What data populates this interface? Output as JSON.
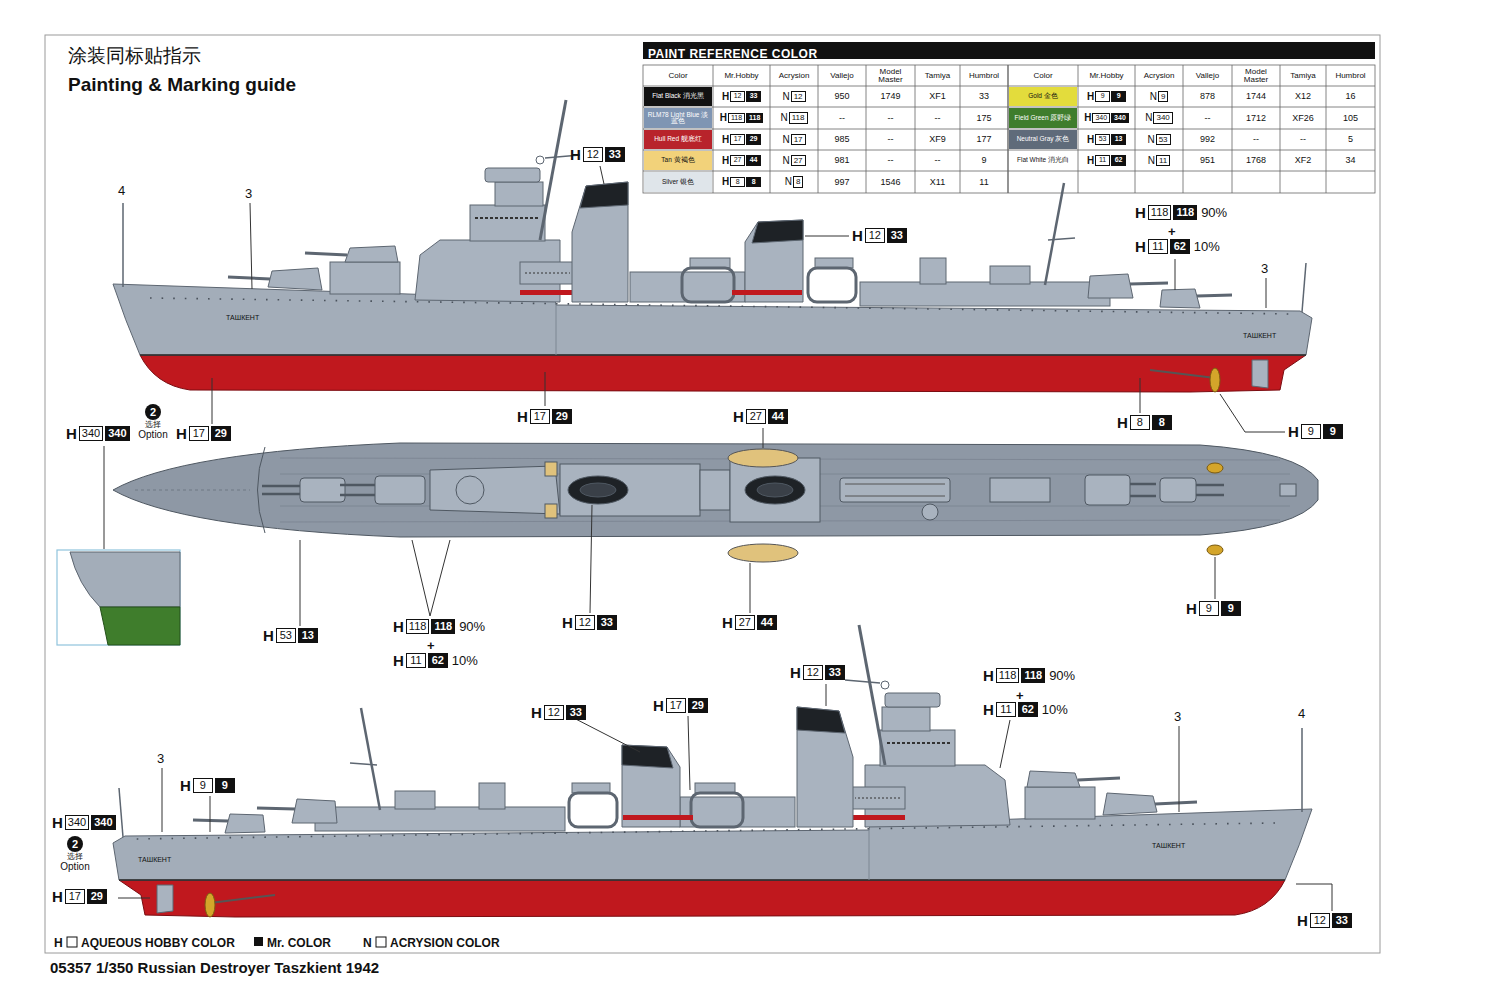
{
  "diagram": {
    "title": "Painting & Marking guide",
    "caption": "05357 1/350 Russian Destroyer Taszkient 1942",
    "labels": [
      "涂装同标贴指示",
      "PAINT REFERENCE COLOR",
      "Color",
      "Mr.Hobby",
      "Acrysion",
      "Vallejo",
      "Model Master",
      "Tamiya",
      "Humbrol",
      "Color",
      "Mr.Hobby",
      "Acrysion",
      "Vallejo",
      "Model Master",
      "Tamiya",
      "Humbrol",
      "H",
      "12",
      "33",
      "N",
      "12",
      "950",
      "1749",
      "XF1",
      "33",
      "H",
      "118",
      "118",
      "N",
      "118",
      "--",
      "--",
      "--",
      "175",
      "H",
      "17",
      "29",
      "N",
      "17",
      "985",
      "--",
      "XF9",
      "177",
      "H",
      "27",
      "44",
      "N",
      "27",
      "981",
      "--",
      "--",
      "9",
      "H",
      "8",
      "8",
      "N",
      "8",
      "997",
      "1546",
      "X11",
      "11",
      "H",
      "9",
      "9",
      "N",
      "9",
      "878",
      "1744",
      "X12",
      "16",
      "H",
      "340",
      "340",
      "N",
      "340",
      "--",
      "1712",
      "XF26",
      "105",
      "H",
      "53",
      "13",
      "N",
      "53",
      "992",
      "--",
      "--",
      "5",
      "H",
      "11",
      "62",
      "N",
      "11",
      "951",
      "1768",
      "XF2",
      "34",
      "4",
      "3",
      "H",
      "12",
      "33",
      "H",
      "12",
      "33",
      "H",
      "118",
      "118",
      "90%",
      "+",
      "H",
      "11",
      "62",
      "10%",
      "3",
      "ТАШКЕНТ",
      "ТАШКЕНТ",
      "H",
      "17",
      "29",
      "2",
      "选择",
      "Option",
      "H",
      "340",
      "340",
      "H",
      "17",
      "29",
      "H",
      "8",
      "8",
      "H",
      "9",
      "9",
      "H",
      "27",
      "44",
      "H",
      "53",
      "13",
      "H",
      "118",
      "118",
      "90%",
      "+",
      "H",
      "11",
      "62",
      "10%",
      "H",
      "12",
      "33",
      "H",
      "27",
      "44",
      "H",
      "9",
      "9",
      "H",
      "12",
      "33",
      "H",
      "17",
      "29",
      "H",
      "12",
      "33",
      "H",
      "118",
      "118",
      "90%",
      "+",
      "H",
      "11",
      "62",
      "10%",
      "3",
      "4",
      "3",
      "H",
      "9",
      "9",
      "H",
      "340",
      "340",
      "2",
      "选择",
      "Option",
      "H",
      "17",
      "29",
      "H",
      "12",
      "33",
      "ТАШКЕНТ",
      "ТАШКЕНТ",
      "H",
      "AQUEOUS HOBBY COLOR",
      "Mr. COLOR",
      "N",
      "ACRYSION COLOR"
    ],
    "legend": [
      {
        "text": "Flat Black 消光黑",
        "color": "#111111"
      },
      {
        "text": "RLM78 Light Blue 淡蓝色",
        "color": "#7f95b3"
      },
      {
        "text": "Hull Red 舰底红",
        "color": "#b8232b"
      },
      {
        "text": "Tan 黄褐色",
        "color": "#f2d27a"
      },
      {
        "text": "Silver 银色",
        "color": "#dfe5ea"
      },
      {
        "text": "Gold 金色",
        "color": "#e3dc3c"
      },
      {
        "text": "Field Green 原野绿",
        "color": "#3f7d2c"
      },
      {
        "text": "Neutral Gray 灰色",
        "color": "#5f6b7a"
      },
      {
        "text": "Flat White 消光白",
        "color": "#ffffff"
      }
    ]
  }
}
